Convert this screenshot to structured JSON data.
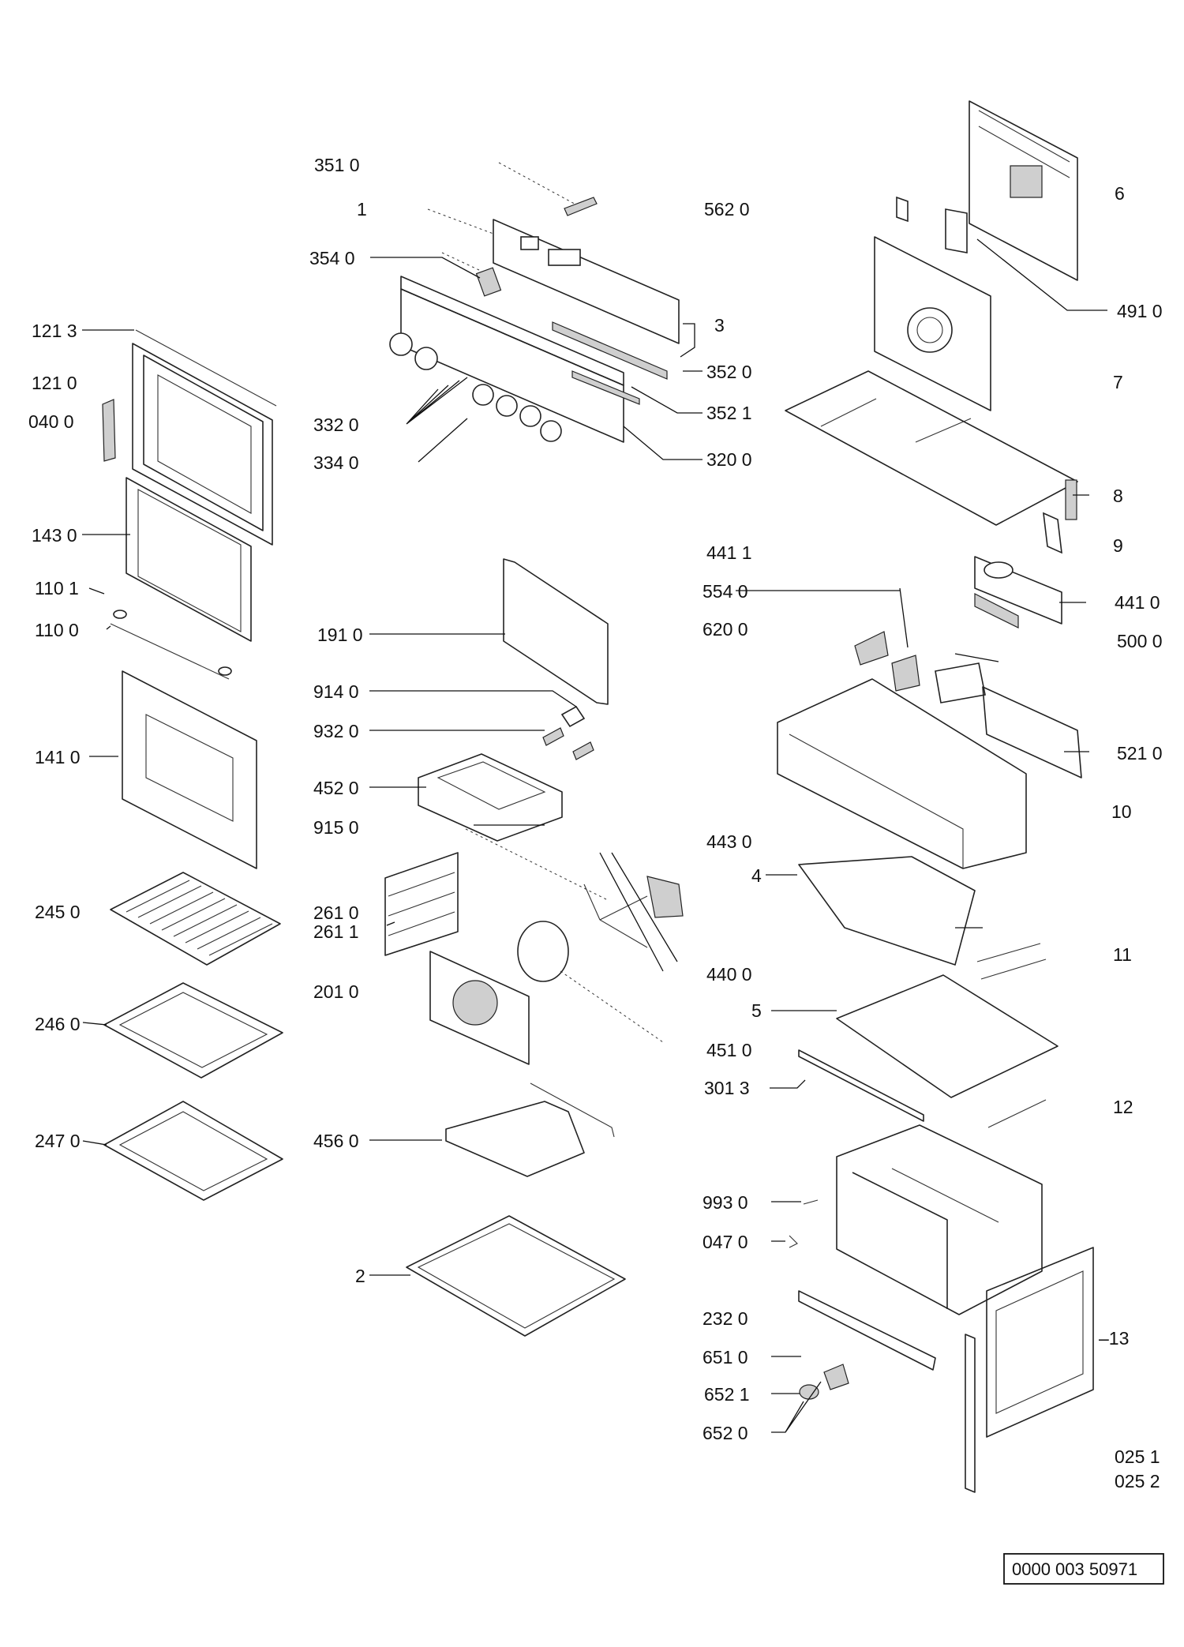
{
  "labels": {
    "l3510": "351 0",
    "l1": "1",
    "l5620": "562 0",
    "l6": "6",
    "l3540": "354 0",
    "l3": "3",
    "l4910": "491 0",
    "l1213": "121 3",
    "l3520": "352 0",
    "l1210": "121 0",
    "l0400": "040 0",
    "l3320": "332 0",
    "l3521": "352 1",
    "l7": "7",
    "l3340": "334 0",
    "l3200": "320 0",
    "l8": "8",
    "l1430": "143 0",
    "l9": "9",
    "l4411": "441 1",
    "l1101": "110 1",
    "l5540": "554 0",
    "l4410": "441 0",
    "l1100": "110 0",
    "l1910": "191 0",
    "l6200": "620 0",
    "l5000": "500 0",
    "l9140": "914 0",
    "l9320": "932 0",
    "l1410": "141 0",
    "l4520": "452 0",
    "l5210": "521 0",
    "l9150": "915 0",
    "l10": "10",
    "l4430": "443 0",
    "l4": "4",
    "l2450": "245 0",
    "l2610": "261 0",
    "l2611": "261 1",
    "l11": "11",
    "l4400": "440 0",
    "l2010": "201 0",
    "l5": "5",
    "l2460": "246 0",
    "l4510": "451 0",
    "l3013": "301 3",
    "l12": "12",
    "l2470": "247 0",
    "l4560": "456 0",
    "l9930": "993 0",
    "l0470": "047 0",
    "l2": "2",
    "l2320": "232 0",
    "l13": "–13",
    "l6510": "651 0",
    "l6521": "652 1",
    "l6520": "652 0",
    "l0251": "025 1",
    "l0252": "025 2"
  },
  "reference_code": "0000 003 50971"
}
